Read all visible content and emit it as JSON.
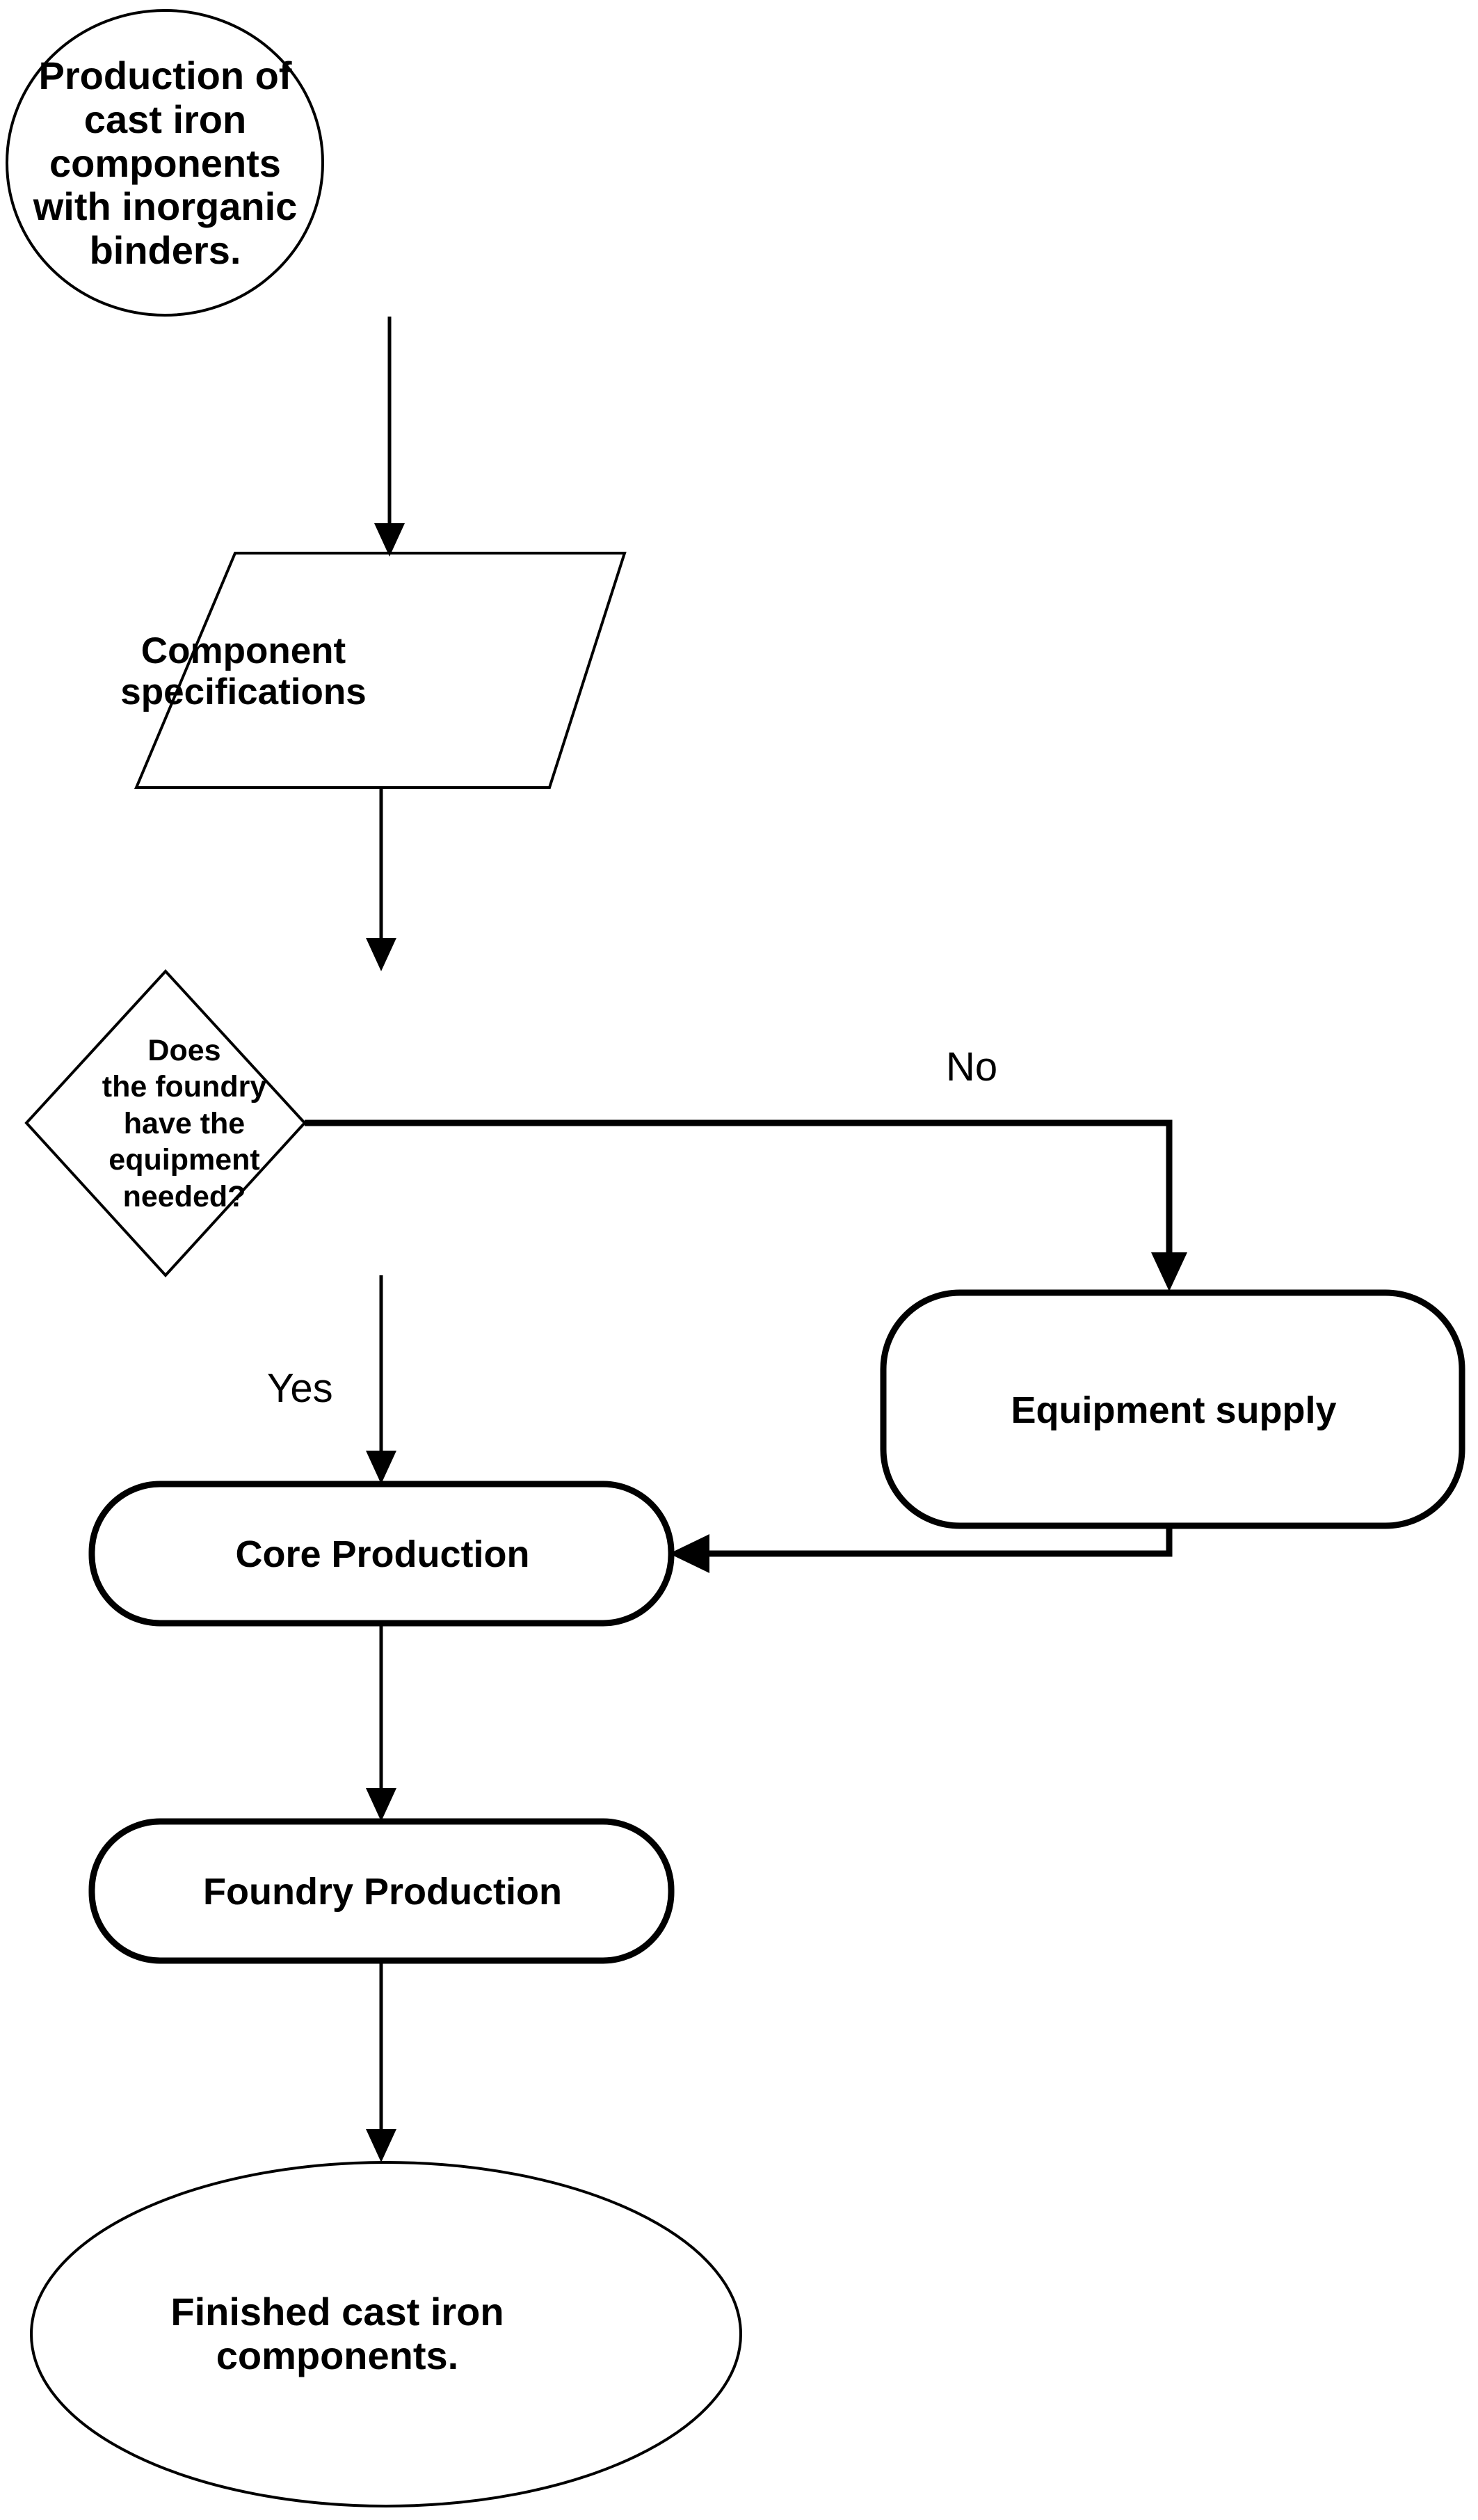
{
  "diagram": {
    "title": "Production of cast iron components with inorganic binders flowchart",
    "background_color": "#ffffff",
    "line_color": "#000000",
    "nodes": {
      "start": {
        "shape": "ellipse",
        "label": "Production of cast iron\ncomponents with inorganic\nbinders."
      },
      "specifications": {
        "shape": "parallelogram",
        "label": "Component\nspecifications"
      },
      "decision": {
        "shape": "diamond",
        "label": "Does\nthe foundry\nhave the equipment\nneeded?"
      },
      "equipment_supply": {
        "shape": "rounded-rectangle",
        "label": "Equipment supply"
      },
      "core_production": {
        "shape": "rounded-rectangle",
        "label": "Core Production"
      },
      "foundry_production": {
        "shape": "rounded-rectangle",
        "label": "Foundry Production"
      },
      "end": {
        "shape": "ellipse",
        "label": "Finished cast iron\ncomponents."
      }
    },
    "edge_labels": {
      "yes": "Yes",
      "no": "No"
    },
    "edges": [
      {
        "from": "start",
        "to": "specifications",
        "label": ""
      },
      {
        "from": "specifications",
        "to": "decision",
        "label": ""
      },
      {
        "from": "decision",
        "to": "equipment_supply",
        "label": "No"
      },
      {
        "from": "decision",
        "to": "core_production",
        "label": "Yes"
      },
      {
        "from": "equipment_supply",
        "to": "core_production",
        "label": ""
      },
      {
        "from": "core_production",
        "to": "foundry_production",
        "label": ""
      },
      {
        "from": "foundry_production",
        "to": "end",
        "label": ""
      }
    ]
  }
}
